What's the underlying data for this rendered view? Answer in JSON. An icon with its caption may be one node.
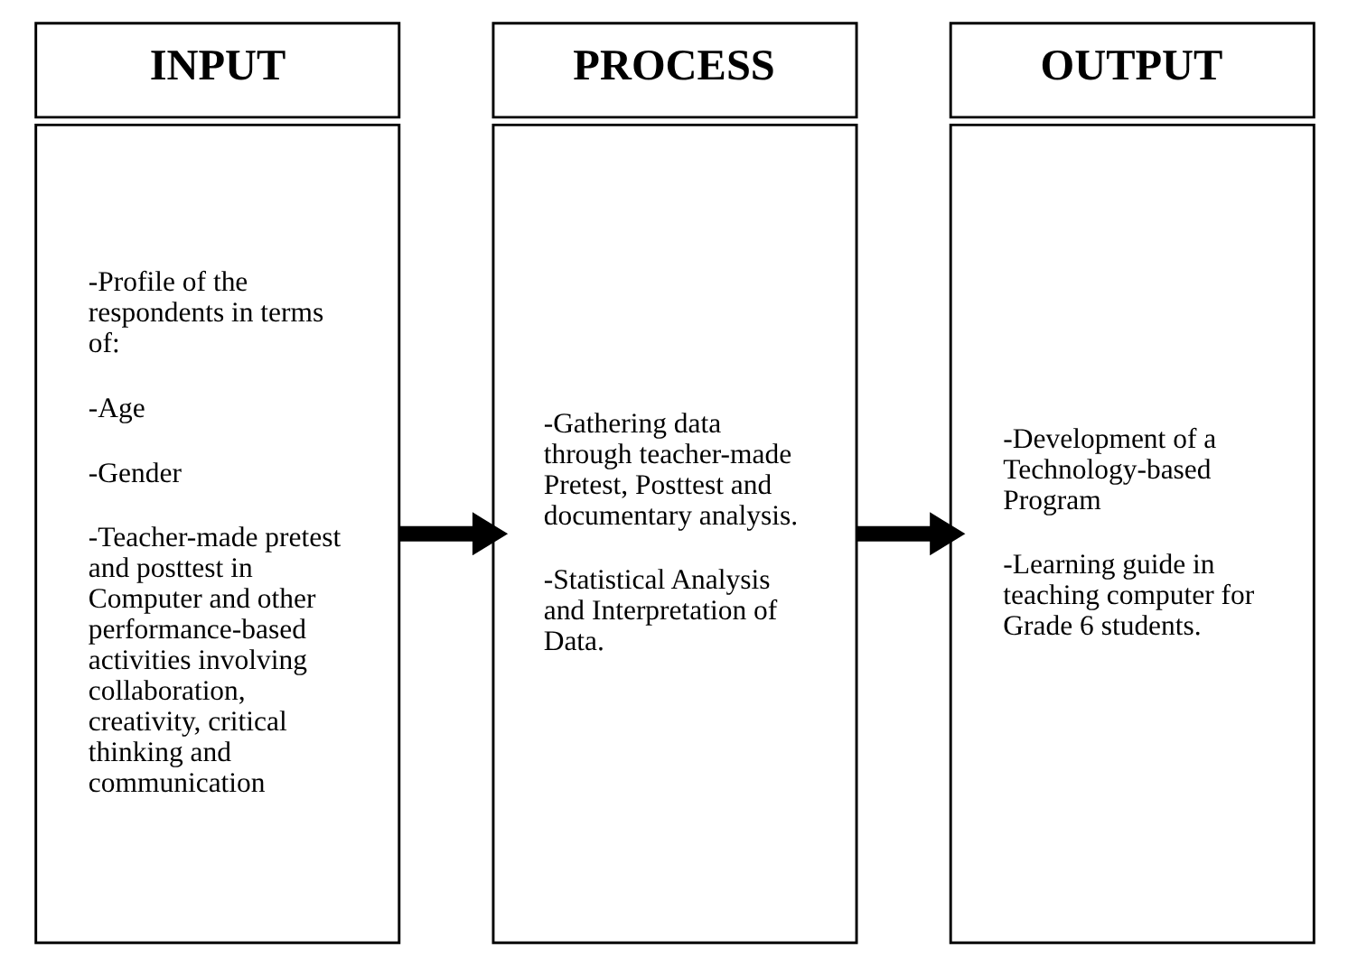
{
  "diagram": {
    "nodes": [
      {
        "text": [
          "INPUT"
        ]
      },
      {
        "text": [
          "-Profile of the respondents in terms of:",
          "-Age",
          "-Gender",
          "-Teacher-made pretest and posttest in Computer and other performance-based activities involving collaboration, creativity, critical thinking and communication"
        ]
      },
      {
        "text": [
          "PROCESS"
        ]
      },
      {
        "text": [
          "-Gathering data through teacher-made Pretest, Posttest and documentary analysis.",
          "-Statistical Analysis and Interpretation of Data."
        ]
      },
      {
        "text": [
          "OUTPUT"
        ]
      },
      {
        "text": [
          "-Development of a Technology-based Program",
          "-Learning guide in teaching computer for Grade 6 students."
        ]
      }
    ],
    "edges": [
      {
        "from": 1,
        "to": 3,
        "arrow": "to"
      },
      {
        "from": 3,
        "to": 5,
        "arrow": "to"
      }
    ]
  }
}
